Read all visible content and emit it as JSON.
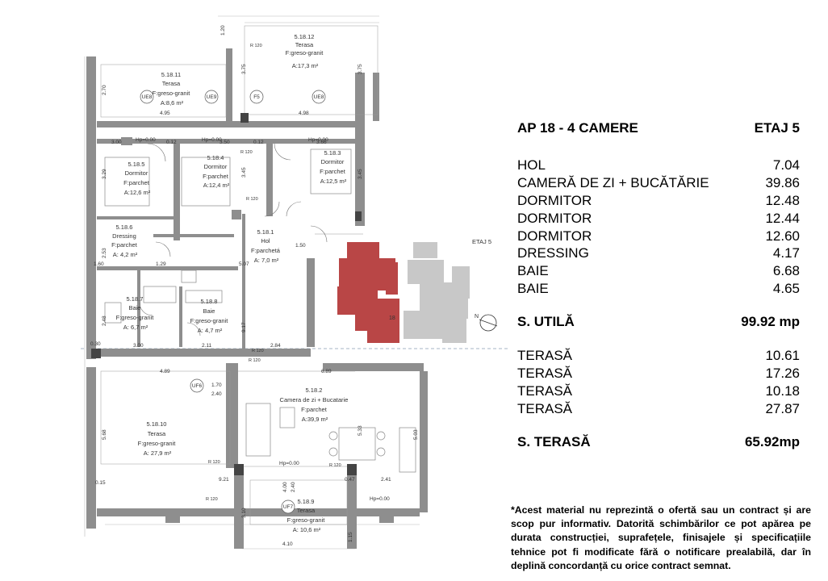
{
  "header": {
    "apartment": "AP 18 - 4 CAMERE",
    "floor": "ETAJ 5"
  },
  "rooms": [
    {
      "name": "HOL",
      "area": "7.04"
    },
    {
      "name": "CAMERĂ DE ZI + BUCĂTĂRIE",
      "area": "39.86"
    },
    {
      "name": "DORMITOR",
      "area": "12.48"
    },
    {
      "name": "DORMITOR",
      "area": "12.44"
    },
    {
      "name": "DORMITOR",
      "area": "12.60"
    },
    {
      "name": "DRESSING",
      "area": "4.17"
    },
    {
      "name": "BAIE",
      "area": "6.68"
    },
    {
      "name": "BAIE",
      "area": "4.65"
    }
  ],
  "useful_total": {
    "label": "S. UTILĂ",
    "value": "99.92 mp"
  },
  "terraces": [
    {
      "name": "TERASĂ",
      "area": "10.61"
    },
    {
      "name": "TERASĂ",
      "area": "17.26"
    },
    {
      "name": "TERASĂ",
      "area": "10.18"
    },
    {
      "name": "TERASĂ",
      "area": "27.87"
    }
  ],
  "terrace_total": {
    "label": "S. TERASĂ",
    "value": "65.92mp"
  },
  "disclaimer": "*Acest material nu reprezintă o ofertă sau un contract și are scop pur informativ. Datorită schimbărilor ce pot apărea pe durata construcției, suprafețele, finisajele și specificațiile tehnice pot fi modificate fără o notificare prealabilă, dar în deplină concordanță cu orice contract semnat.",
  "key_plan": {
    "label": "ETAJ 5",
    "unit": "18",
    "highlight_color": "#b94646",
    "other_color": "#c8c8c8"
  },
  "plan_labels": {
    "r5_18_12": [
      "5.18.12",
      "Terasa",
      "F:greso-granit",
      "A:17,3 m²"
    ],
    "r5_18_11": [
      "5.18.11",
      "Terasa",
      "F:greso-granit",
      "A:8,6 m²"
    ],
    "r5_18_5": [
      "5.18.5",
      "Dormitor",
      "F:parchet",
      "A:12,6 m²"
    ],
    "r5_18_4": [
      "5.18.4",
      "Dormitor",
      "F:parchet",
      "A:12,4 m²"
    ],
    "r5_18_3": [
      "5.18.3",
      "Dormitor",
      "F:parchet",
      "A:12,5 m²"
    ],
    "r5_18_6": [
      "5.18.6",
      "Dressing",
      "F:parchet",
      "A: 4,2 m²"
    ],
    "r5_18_1": [
      "5.18.1",
      "Hol",
      "F:parchetá",
      "A: 7,0 m²"
    ],
    "r5_18_7": [
      "5.18.7",
      "Baie",
      "F:greso-granit",
      "A: 6,7 m²"
    ],
    "r5_18_8": [
      "5.18.8",
      "Baie",
      "F:greso-granit",
      "A: 4,7 m²"
    ],
    "r5_18_2": [
      "5.18.2",
      "Camera de zi + Bucatarie",
      "F:parchet",
      "A:39,9 m²"
    ],
    "r5_18_10": [
      "5.18.10",
      "Terasa",
      "F:greso-granit",
      "A: 27,9 m²"
    ],
    "r5_18_9": [
      "5.18.9",
      "Terasa",
      "F:greso-granit",
      "A: 10,6 m²"
    ]
  },
  "plan_marks": {
    "tags": [
      "UE8",
      "UE9",
      "F5",
      "UE8",
      "UF6",
      "UF7"
    ],
    "hp": [
      "Hp=0.00",
      "Hp=0.00",
      "Hp=0.00",
      "Hp=0.00",
      "Hp=0.00"
    ],
    "radii": [
      "R 120",
      "R 120",
      "R 120",
      "R 120",
      "R 120",
      "R 120",
      "R 120",
      "R 120"
    ],
    "dims": [
      "3.00",
      "0.12",
      "3.50",
      "0.12",
      "3.66",
      "4.95",
      "4.98",
      "1.20",
      "3.75",
      "3.75",
      "2.70",
      "3.29",
      "3.45",
      "3.45",
      "2.53",
      "1.60",
      "1.29",
      "5.07",
      "2.48",
      "3.00",
      "2.11",
      "2.84",
      "4.89",
      "6.89",
      "5.68",
      "5.33",
      "5.03",
      "1.70",
      "2.40",
      "9.21",
      "4.10",
      "0.30",
      "0.47",
      "2.41",
      "4.00",
      "2.40",
      "3.10",
      "1.15",
      "9.17",
      "0.15",
      "1.50"
    ]
  }
}
